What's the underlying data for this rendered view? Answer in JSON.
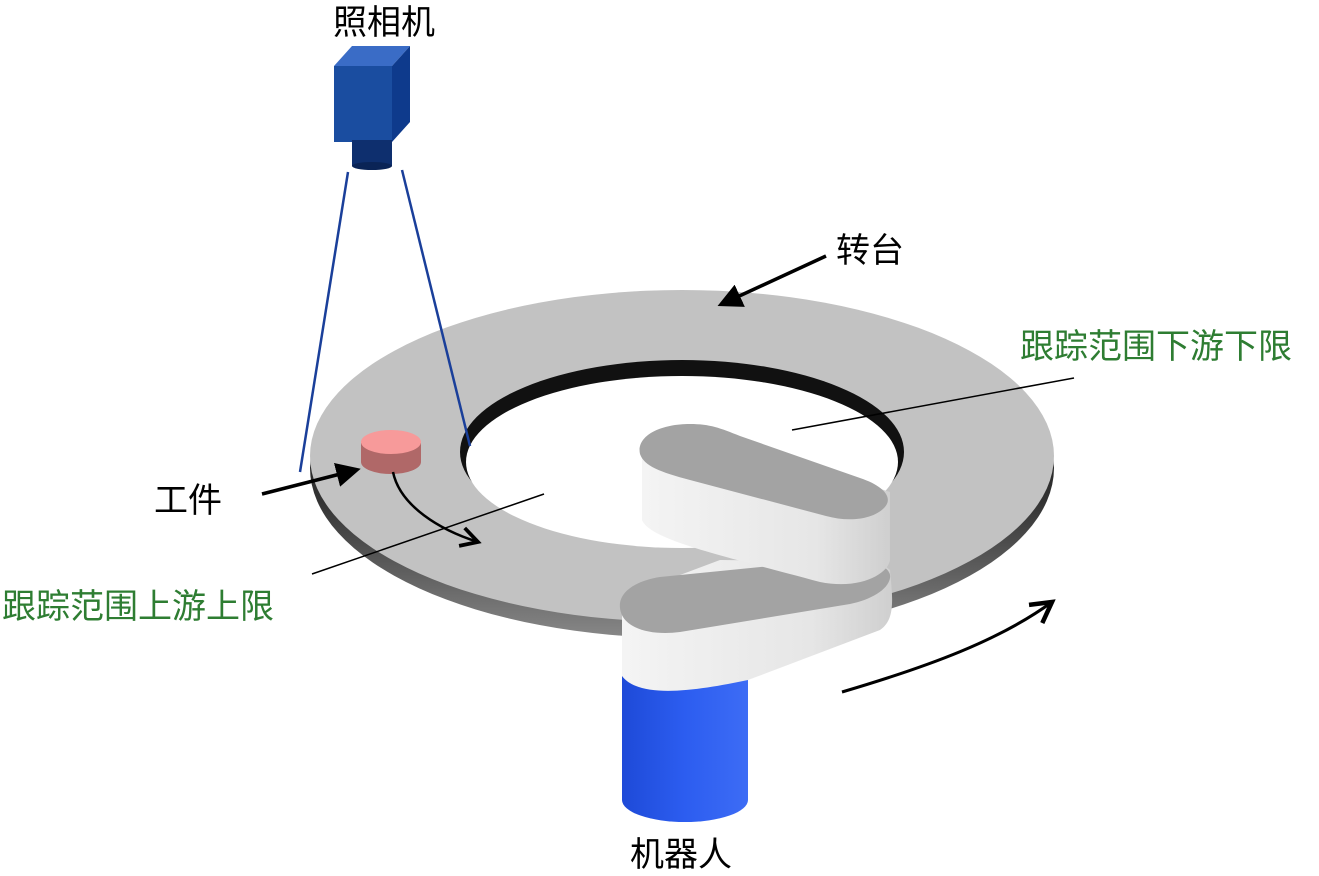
{
  "labels": {
    "camera": "照相机",
    "turntable": "转台",
    "workpiece": "工件",
    "robot": "机器人",
    "tracking_lower_limit": "跟踪范围下游下限",
    "tracking_upper_limit": "跟踪范围上游上限"
  },
  "colors": {
    "label_text": "#000000",
    "limit_text": "#2e7d32",
    "turntable_top": "#c2c2c2",
    "turntable_edge": "#1a1a1a",
    "camera_body": "#1a4da0",
    "camera_lens": "#0e2f6e",
    "view_lines": "#1a3f9a",
    "workpiece_top": "#f79a9a",
    "workpiece_side": "#b06868",
    "robot_arm_light": "#ececec",
    "robot_arm_top": "#a3a3a3",
    "robot_base": "#2a5ae8",
    "arrow": "#000000"
  }
}
